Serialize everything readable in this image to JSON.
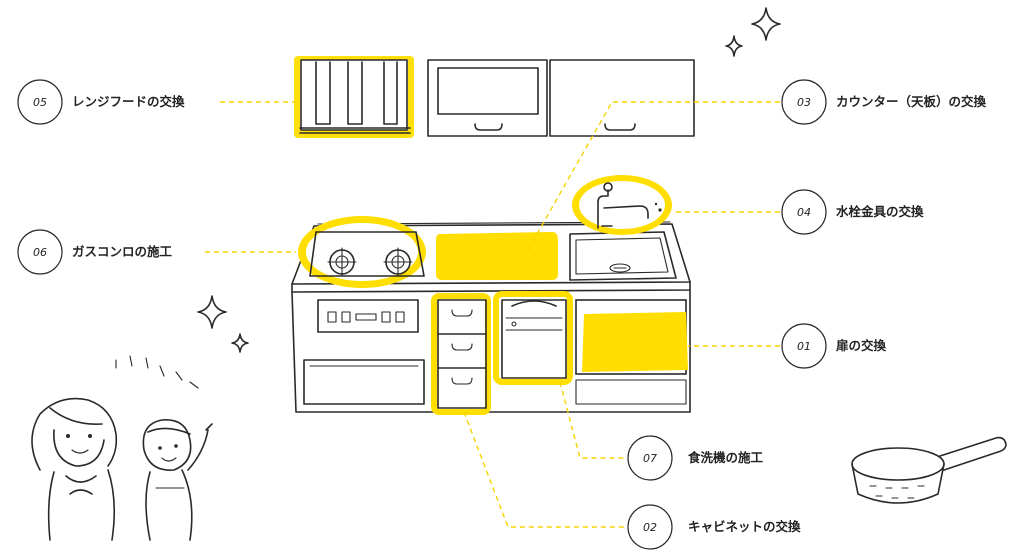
{
  "colors": {
    "highlight": "#FFDE00",
    "ink": "#2A2A2A",
    "leader_line": "#F5D400"
  },
  "callouts": [
    {
      "number": "05",
      "label": "レンジフードの交換"
    },
    {
      "number": "03",
      "label": "カウンター（天板）の交換"
    },
    {
      "number": "04",
      "label": "水栓金具の交換"
    },
    {
      "number": "06",
      "label": "ガスコンロの施工"
    },
    {
      "number": "01",
      "label": "扉の交換"
    },
    {
      "number": "07",
      "label": "食洗機の施工"
    },
    {
      "number": "02",
      "label": "キャビネットの交換"
    }
  ],
  "icons": [
    "sparkle-icon",
    "sparkle-icon",
    "sparkle-icon",
    "sparkle-icon",
    "saucepan-icon"
  ]
}
